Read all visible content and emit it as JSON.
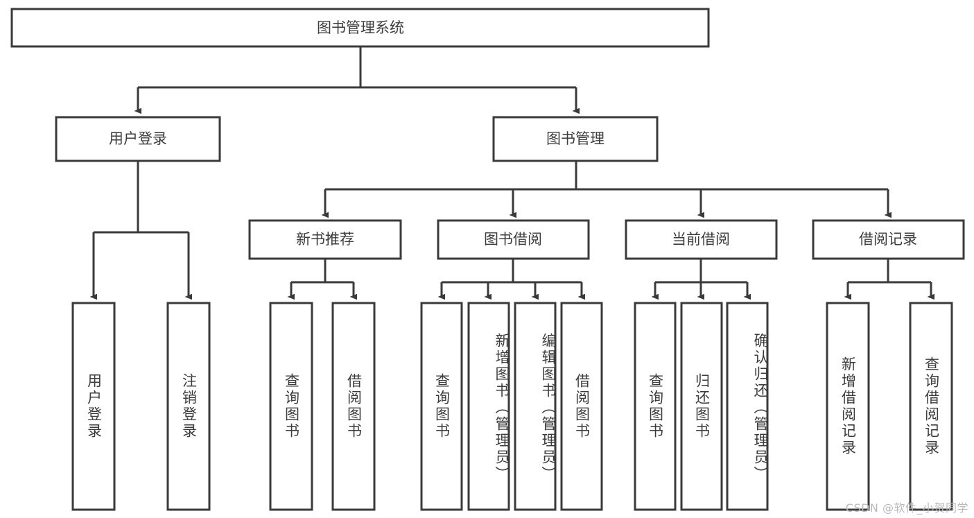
{
  "diagram": {
    "type": "tree",
    "title": "图书管理系统",
    "watermark": "CSDN @软件_小贺同学",
    "colors": {
      "box_stroke": "#3a3a3a",
      "box_fill": "#ffffff",
      "text": "#3c3c3c",
      "connector": "#3a3a3a",
      "watermark": "#b9b9b9",
      "background": "#ffffff"
    },
    "root": {
      "label": "图书管理系统"
    },
    "level1": [
      {
        "label": "用户登录"
      },
      {
        "label": "图书管理"
      }
    ],
    "level2": [
      {
        "label": "新书推荐"
      },
      {
        "label": "图书借阅"
      },
      {
        "label": "当前借阅"
      },
      {
        "label": "借阅记录"
      }
    ],
    "leaves_user_login": [
      {
        "label": "用户登录"
      },
      {
        "label": "注销登录"
      }
    ],
    "leaves_new_books": [
      {
        "label": "查询图书"
      },
      {
        "label": "借阅图书"
      }
    ],
    "leaves_borrow": [
      {
        "label": "查询图书"
      },
      {
        "label": "新增图书（管理员）"
      },
      {
        "label": "编辑图书（管理员）"
      },
      {
        "label": "借阅图书"
      }
    ],
    "leaves_current": [
      {
        "label": "查询图书"
      },
      {
        "label": "归还图书"
      },
      {
        "label": "确认归还（管理员）"
      }
    ],
    "leaves_records": [
      {
        "label": "新增借阅记录"
      },
      {
        "label": "查询借阅记录"
      }
    ]
  }
}
